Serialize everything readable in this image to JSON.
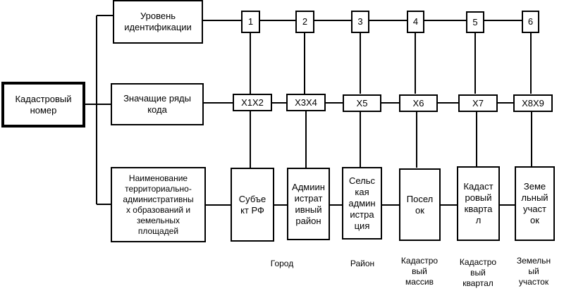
{
  "root": {
    "label": "Кадастровый\nномер"
  },
  "categories": [
    {
      "id": "level",
      "label": "Уровень\nидентификации"
    },
    {
      "id": "code",
      "label": "Значащие ряды\nкода"
    },
    {
      "id": "names",
      "label": "Наименование\nтерриториально-\nадминистративны\nх образований и\nземельных\nплощадей"
    }
  ],
  "levels": [
    "1",
    "2",
    "3",
    "4",
    "5",
    "6"
  ],
  "codes": [
    "X1X2",
    "X3X4",
    "X5",
    "X6",
    "X7",
    "X8X9"
  ],
  "names": [
    "Субъе\nкт РФ",
    "Адмиин\nистрат\nивный\nрайон",
    "Сельс\nкая\nадмин\nистра\nция",
    "Посел\nок",
    "Кадаст\nровый\nкварта\nл",
    "Земе\nльный\nучаст\nок"
  ],
  "captions": [
    "",
    "Город",
    "Район",
    "Кадастро\nвый\nмассив",
    "Кадастро\nвый\nквартал",
    "Земельн\nый\nучасток"
  ]
}
